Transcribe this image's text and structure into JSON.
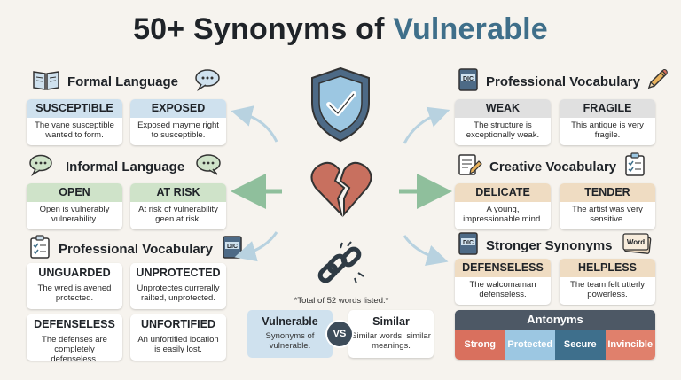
{
  "title": {
    "prefix": "50+ Synonyms of ",
    "accent": "Vulnerable"
  },
  "colors": {
    "accent": "#3f6f8a",
    "blue_header": "#cfe1ee",
    "green_header": "#cfe3c9",
    "gray_header": "#e0e0e0",
    "tan_header": "#efdcc2",
    "dark": "#4d5865"
  },
  "sections": {
    "formal": {
      "title": "Formal Language",
      "cards": [
        {
          "word": "SUSCEPTIBLE",
          "desc": "The vane susceptible wanted to form."
        },
        {
          "word": "EXPOSED",
          "desc": "Exposed mayme right to susceptible."
        }
      ]
    },
    "informal": {
      "title": "Informal Language",
      "cards": [
        {
          "word": "OPEN",
          "desc": "Open is vulnerably vulnerability."
        },
        {
          "word": "AT RISK",
          "desc": "At risk of vulnerability geen at risk."
        }
      ]
    },
    "professional_left": {
      "title": "Professional Vocabulary",
      "cards": [
        {
          "word": "UNGUARDED",
          "desc": "The wred is avened protected."
        },
        {
          "word": "UNPROTECTED",
          "desc": "Unprotectes currerally railted, unprotected."
        },
        {
          "word": "DEFENSELESS",
          "desc": "The defenses are completely defenseless."
        },
        {
          "word": "UNFORTIFIED",
          "desc": "An unfortified location is easily lost."
        }
      ]
    },
    "professional_right": {
      "title": "Professional Vocabulary",
      "cards": [
        {
          "word": "WEAK",
          "desc": "The structure is exceptionally weak."
        },
        {
          "word": "FRAGILE",
          "desc": "This antique is very fragile."
        }
      ]
    },
    "creative": {
      "title": "Creative Vocabulary",
      "cards": [
        {
          "word": "DELICATE",
          "desc": "A young, impressionable mind."
        },
        {
          "word": "TENDER",
          "desc": "The artist was very sensitive."
        }
      ]
    },
    "stronger": {
      "title": "Stronger Synonyms",
      "badge": "Word",
      "cards": [
        {
          "word": "DEFENSELESS",
          "desc": "The walcomaman defenseless."
        },
        {
          "word": "HELPLESS",
          "desc": "The team felt utterly powerless."
        }
      ]
    }
  },
  "dic_label": "DIC",
  "total_note": "*Total of 52 words listed.*",
  "compare": {
    "left": {
      "title": "Vulnerable",
      "desc": "Synonyms of vulnerable."
    },
    "vs": "VS",
    "right": {
      "title": "Similar",
      "desc": "Similar words, similar meanings."
    }
  },
  "antonyms": {
    "title": "Antonyms",
    "items": [
      {
        "label": "Strong",
        "color": "#d9705e"
      },
      {
        "label": "Protected",
        "color": "#9cc7e2"
      },
      {
        "label": "Secure",
        "color": "#3e6f8c"
      },
      {
        "label": "Invincible",
        "color": "#e0806c"
      }
    ]
  },
  "icons": [
    "book-icon",
    "speech-bubble-icon",
    "clipboard-icon",
    "dictionary-icon",
    "pencil-icon",
    "shield-check-icon",
    "broken-heart-icon",
    "broken-chain-icon"
  ]
}
